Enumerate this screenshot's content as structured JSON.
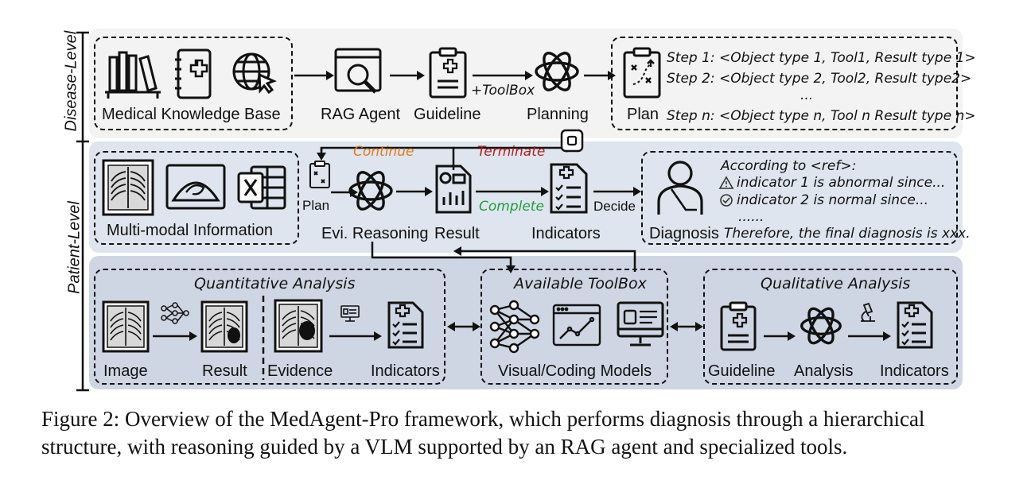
{
  "side_labels": {
    "disease": "Disease-Level",
    "patient": "Patient-Level"
  },
  "disease": {
    "kb_label": "Medical Knowledge Base",
    "rag_label": "RAG Agent",
    "guideline_label": "Guideline",
    "toolbox_edge": "+ToolBox",
    "planning_label": "Planning",
    "plan_label": "Plan",
    "steps": [
      "Step 1: <Object type 1, Tool1, Result type 1>",
      "Step 2: <Object type 2, Tool2, Result type2>",
      "...",
      "Step n: <Object type n, Tool n Result type n>"
    ]
  },
  "patient": {
    "mm_label": "Multi-modal Information",
    "plan_small": "Plan",
    "continue": "Continue",
    "terminate": "Terminate",
    "evi_label": "Evi. Reasoning",
    "result_label": "Result",
    "complete": "Complete",
    "indicators_label": "Indicators",
    "decide": "Decide",
    "diagnosis_label": "Diagnosis",
    "diag_lines": [
      "According to <ref>:",
      "indicator 1 is abnormal since...",
      "indicator 2 is normal since...",
      "......",
      "Therefore, the final diagnosis is xxx."
    ]
  },
  "tools": {
    "quant_title": "Quantitative Analysis",
    "image": "Image",
    "result": "Result",
    "evidence": "Evidence",
    "indicators": "Indicators",
    "toolbox_title": "Available ToolBox",
    "models": "Visual/Coding Models",
    "qual_title": "Qualitative Analysis",
    "guideline": "Guideline",
    "analysis": "Analysis",
    "indicators2": "Indicators"
  },
  "caption": {
    "line1": "Figure 2: Overview of the MedAgent-Pro framework, which performs diagnosis through a hierarchical",
    "line2": "structure, with reasoning guided by a VLM supported by an RAG agent and specialized tools."
  },
  "colors": {
    "continue": "#e07b1a",
    "terminate": "#b3201b",
    "complete": "#1f9e3a",
    "band_top": "#f3f3f3",
    "band_mid": "#dfe5ef",
    "band_low": "#cfd6e3"
  }
}
